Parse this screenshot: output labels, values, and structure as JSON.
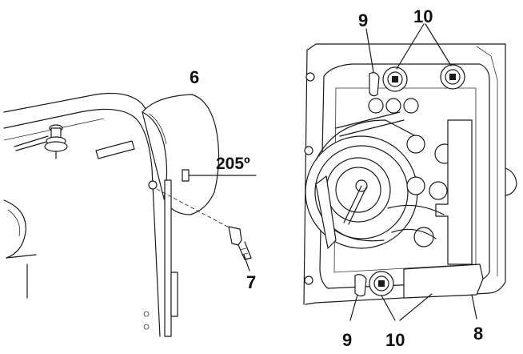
{
  "left_figure": {
    "callouts": {
      "handwheel": "6",
      "screw": "7",
      "angle": "205º"
    }
  },
  "right_figure": {
    "callouts": {
      "top_9": "9",
      "top_10": "10",
      "bottom_9": "9",
      "bottom_10": "10",
      "plate_8": "8"
    }
  }
}
